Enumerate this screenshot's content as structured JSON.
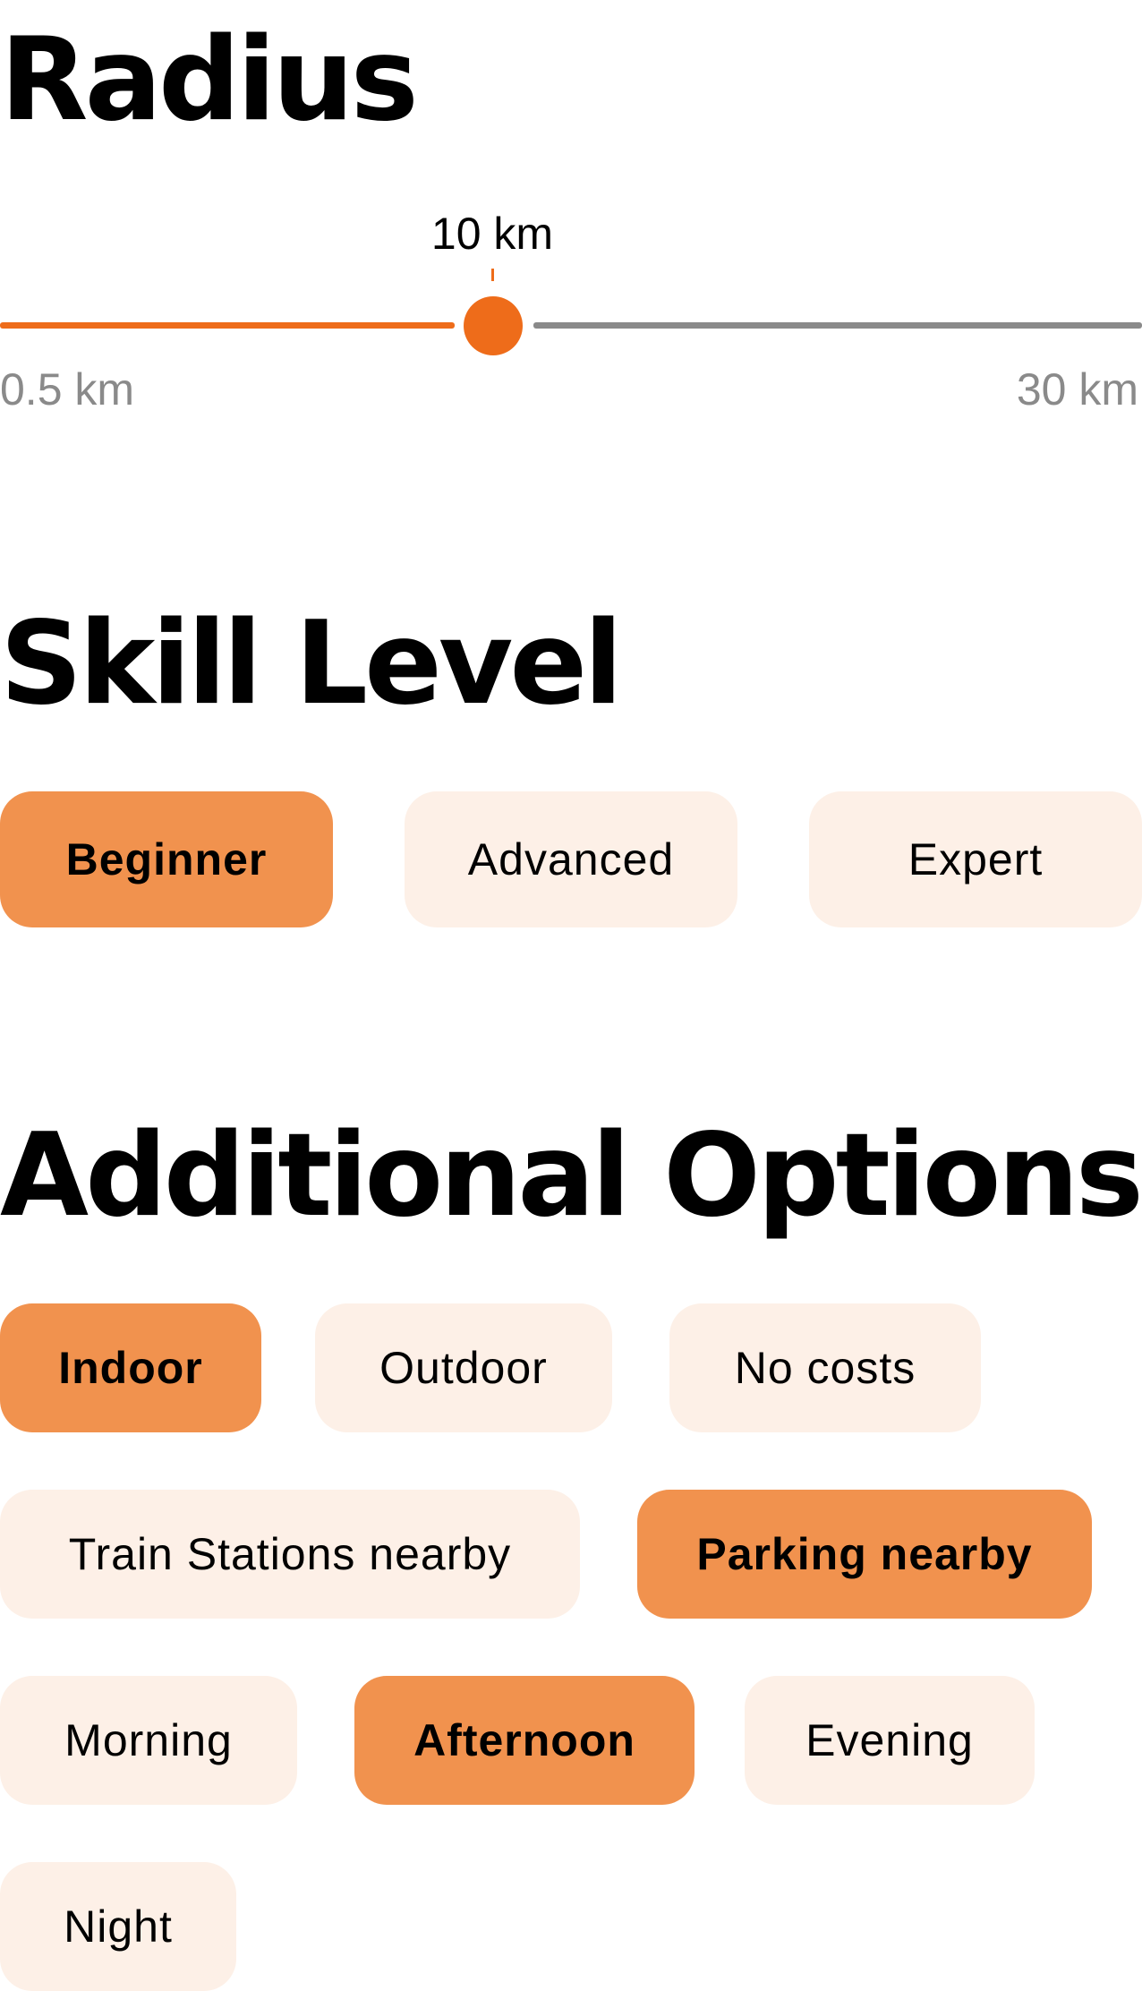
{
  "radius": {
    "title": "Radius",
    "value_label": "10 km",
    "value": 10,
    "min_label": "0.5 km",
    "max_label": "30 km",
    "min": 0.5,
    "max": 30,
    "unit": "km"
  },
  "skill": {
    "title": "Skill Level",
    "options": [
      {
        "label": "Beginner",
        "selected": true
      },
      {
        "label": "Advanced",
        "selected": false
      },
      {
        "label": "Expert",
        "selected": false
      }
    ]
  },
  "additional": {
    "title": "Additional Options",
    "options": [
      {
        "label": "Indoor",
        "selected": true
      },
      {
        "label": "Outdoor",
        "selected": false
      },
      {
        "label": "No costs",
        "selected": false
      },
      {
        "label": "Train Stations nearby",
        "selected": false
      },
      {
        "label": "Parking nearby",
        "selected": true
      },
      {
        "label": "Morning",
        "selected": false
      },
      {
        "label": "Afternoon",
        "selected": true
      },
      {
        "label": "Evening",
        "selected": false
      },
      {
        "label": "Night",
        "selected": false
      }
    ]
  },
  "colors": {
    "accent": "#ee6c1a",
    "chip_selected": "#f1924e",
    "chip_unselected": "#fdf0e7",
    "track_inactive": "#8a8a8a"
  }
}
